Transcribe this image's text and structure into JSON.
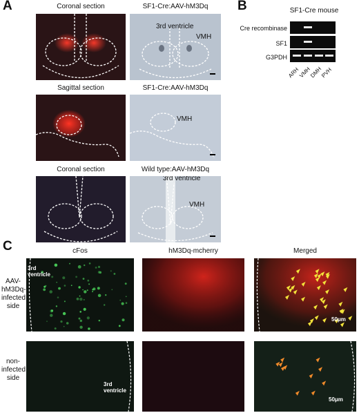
{
  "panel_labels": {
    "a": "A",
    "b": "B",
    "c": "C"
  },
  "panel_a": {
    "rows": [
      {
        "left_caption": "Coronal section",
        "right_caption": "SF1-Cre:AAV-hM3Dq",
        "right_labels": [
          "3rd ventricle",
          "VMH"
        ]
      },
      {
        "left_caption": "Sagittal section",
        "right_caption": "SF1-Cre:AAV-hM3Dq",
        "right_labels": [
          "VMH"
        ]
      },
      {
        "left_caption": "Coronal section",
        "right_caption": "Wild type:AAV-hM3Dq",
        "right_labels": [
          "3rd ventricle",
          "VMH"
        ]
      }
    ]
  },
  "panel_b": {
    "title": "SF1-Cre mouse",
    "genes": [
      "Cre recombinase",
      "SF1",
      "G3PDH"
    ],
    "lanes": [
      "ARH",
      "VMH",
      "DMH",
      "PVH"
    ]
  },
  "panel_c": {
    "column_headers": [
      "cFos",
      "hM3Dq-mcherry",
      "Merged"
    ],
    "row_labels": [
      "AAV-hM3Dq-infected side",
      "non-infected side"
    ],
    "ventricle_label": "3rd ventricle",
    "scale_bar": "50μm"
  },
  "colors": {
    "fluorescence_red": "#e0261c",
    "fluorescence_green": "#4bd35a",
    "arrowhead_yellow": "#f2e33a",
    "arrowhead_orange": "#f08a2a"
  }
}
